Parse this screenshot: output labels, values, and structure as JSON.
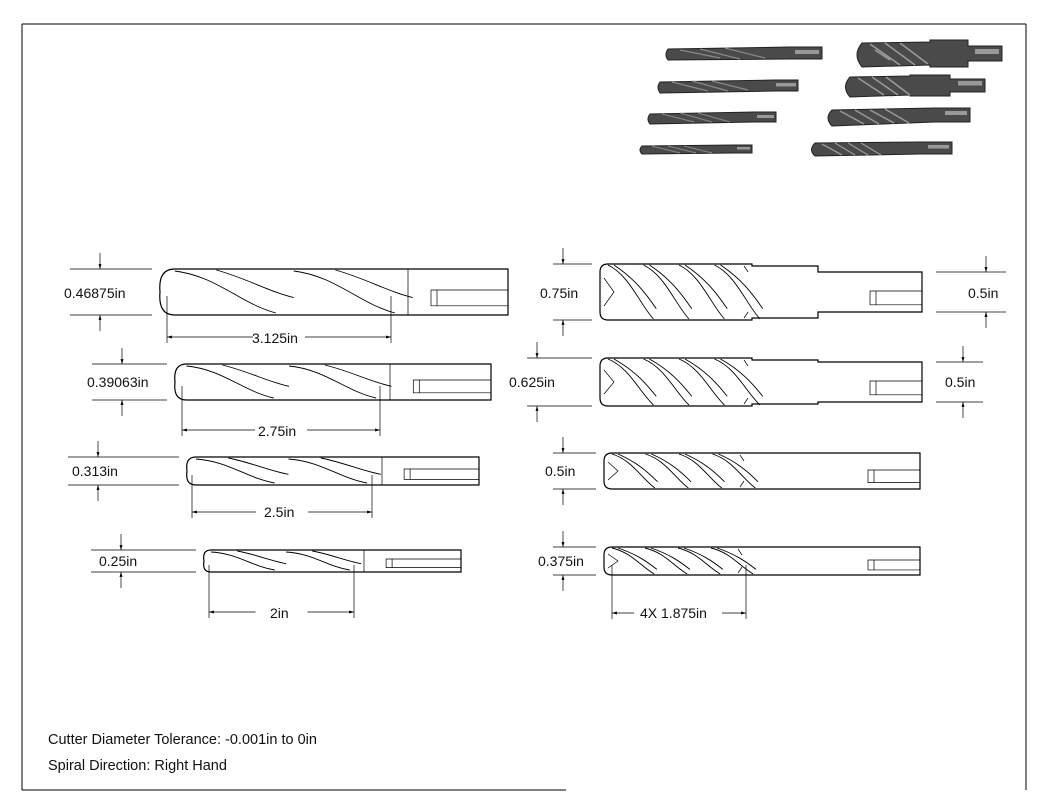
{
  "left_bits": [
    {
      "diameter": "0.46875in",
      "length": "3.125in"
    },
    {
      "diameter": "0.39063in",
      "length": "2.75in"
    },
    {
      "diameter": "0.313in",
      "length": "2.5in"
    },
    {
      "diameter": "0.25in",
      "length": "2in"
    }
  ],
  "right_bits": [
    {
      "diameter": "0.75in",
      "shank": "0.5in"
    },
    {
      "diameter": "0.625in",
      "shank": "0.5in"
    },
    {
      "diameter": "0.5in"
    },
    {
      "diameter": "0.375in",
      "length": "4X 1.875in"
    }
  ],
  "notes": {
    "tolerance": "Cutter Diameter Tolerance: -0.001in to 0in",
    "spiral": "Spiral Direction: Right Hand"
  },
  "colors": {
    "preview_fill": "#4a4a4a",
    "line": "#000000"
  }
}
